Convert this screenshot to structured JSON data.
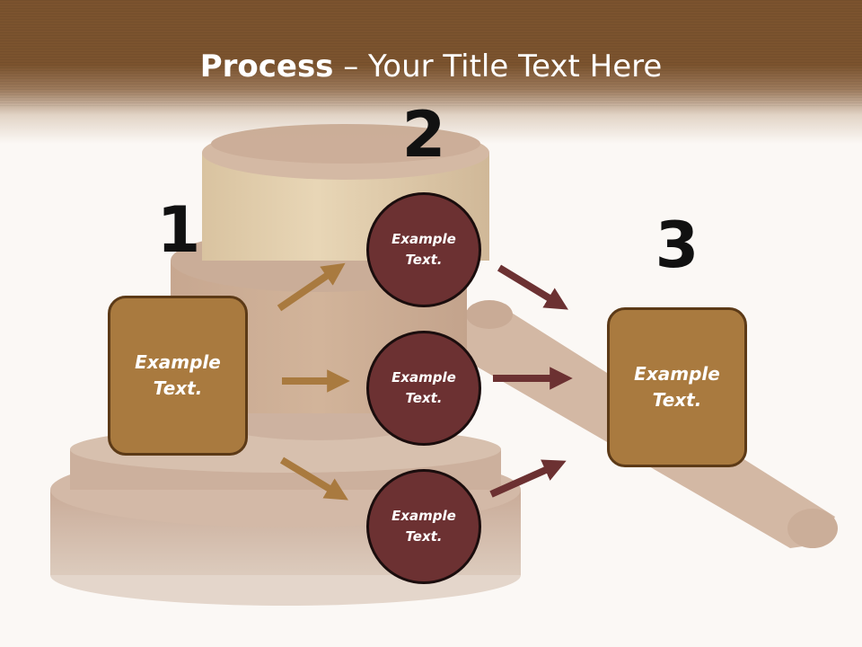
{
  "title": {
    "bold": "Process",
    "rest": " – Your Title Text Here"
  },
  "steps": [
    {
      "number": "1",
      "box_text": [
        "Example",
        "Text."
      ]
    },
    {
      "number": "2",
      "circles": [
        {
          "text": [
            "Example",
            "Text."
          ]
        },
        {
          "text": [
            "Example",
            "Text."
          ]
        },
        {
          "text": [
            "Example",
            "Text."
          ]
        }
      ]
    },
    {
      "number": "3",
      "box_text": [
        "Example",
        "Text."
      ]
    }
  ],
  "colors": {
    "header": "#7b532e",
    "box_fill": "#a97a3f",
    "box_border": "#5c3a17",
    "circle_fill": "#6c3132",
    "circle_border": "#1a0d0d",
    "arrow_tan": "#a97a3f",
    "arrow_maroon": "#6c3132"
  }
}
